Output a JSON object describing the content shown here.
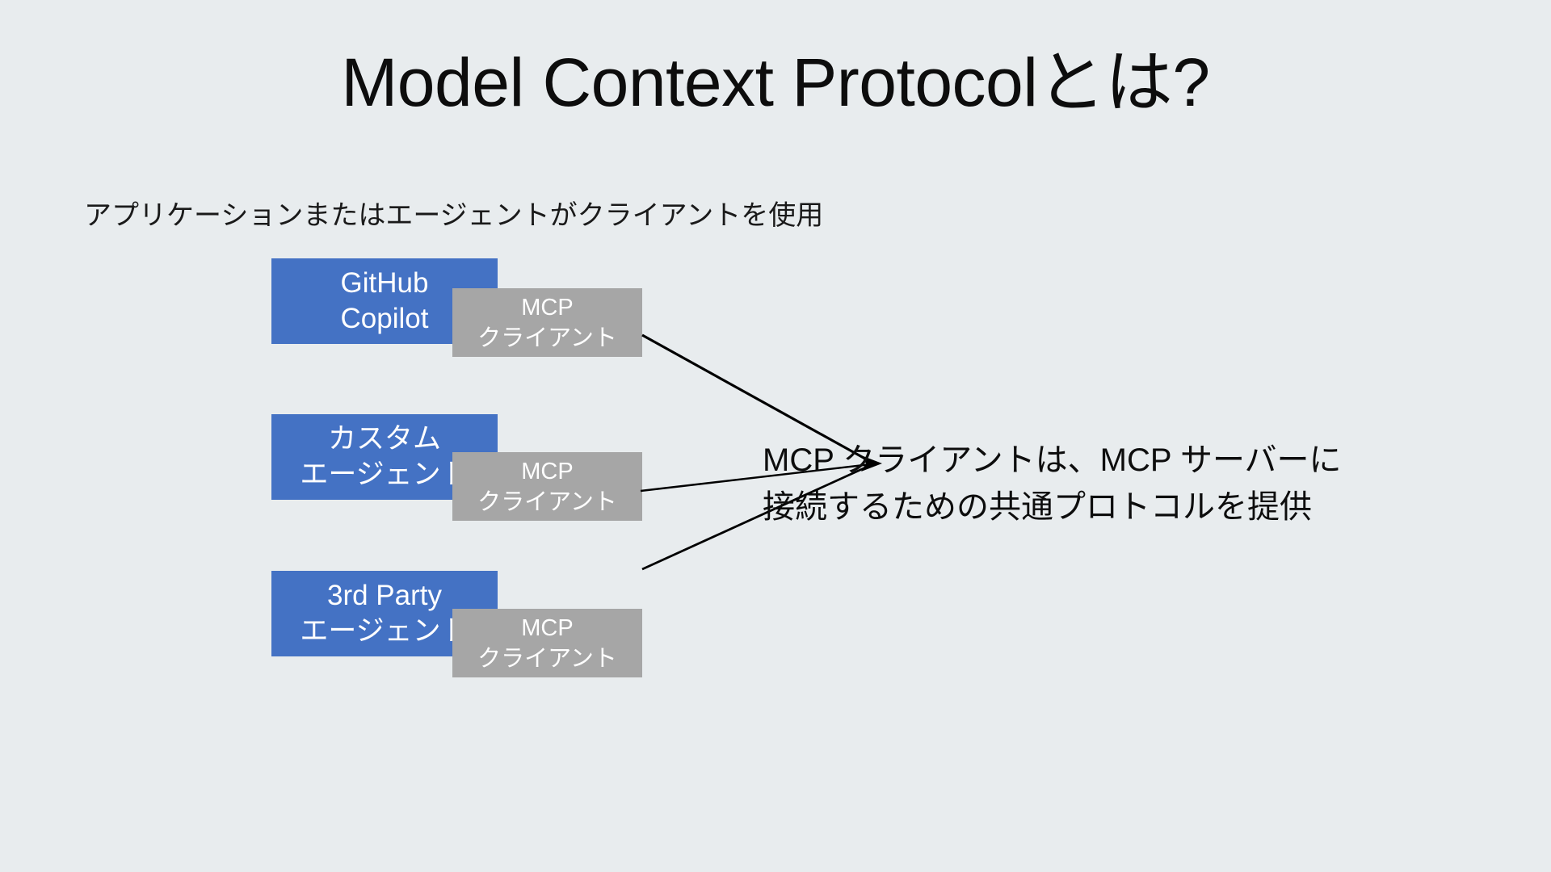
{
  "slide": {
    "background_color": "#e8ecee",
    "title": "Model Context Protocolとは?",
    "subtitle": "アプリケーションまたはエージェントがクライアントを使用"
  },
  "palette": {
    "app_box_fill": "#4472c4",
    "client_box_fill": "#a6a6a6",
    "box_text": "#ffffff",
    "body_text": "#0d0d0d",
    "connector_stroke": "#000000"
  },
  "rows": [
    {
      "app": {
        "line1": "GitHub",
        "line2": "Copilot"
      },
      "client": {
        "line1": "MCP",
        "line2": "クライアント"
      }
    },
    {
      "app": {
        "line1": "カスタム",
        "line2": "エージェント"
      },
      "client": {
        "line1": "MCP",
        "line2": "クライアント"
      }
    },
    {
      "app": {
        "line1": "3rd Party",
        "line2": "エージェント"
      },
      "client": {
        "line1": "MCP",
        "line2": "クライアント"
      }
    }
  ],
  "note": {
    "line1": "MCP クライアントは、MCP サーバーに",
    "line2": "接続するための共通プロトコルを提供"
  }
}
